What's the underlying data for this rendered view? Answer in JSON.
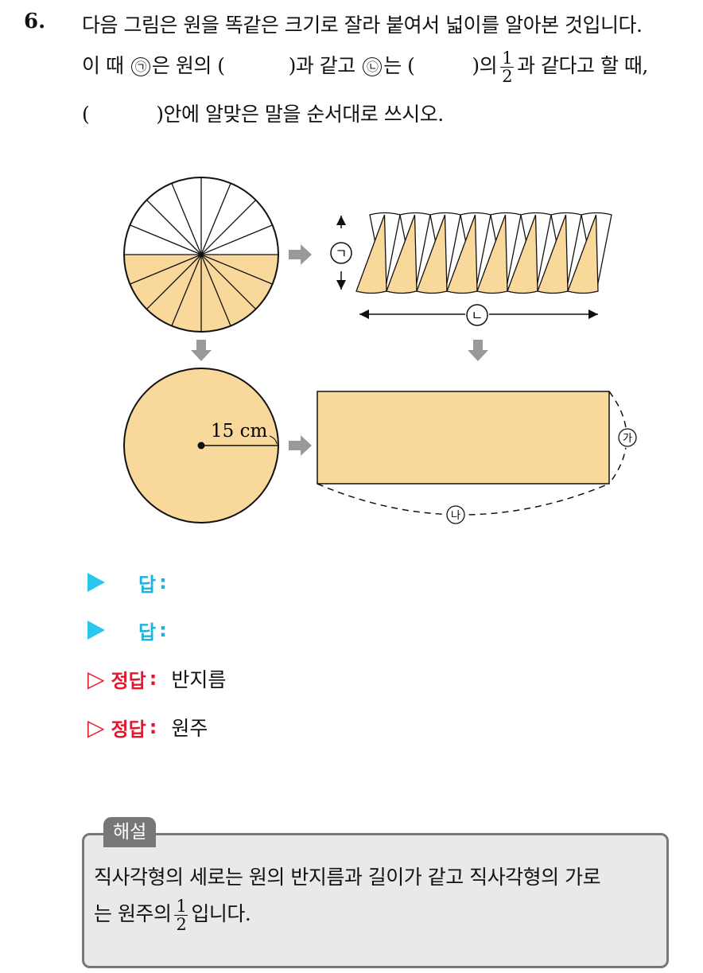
{
  "question": {
    "number": "6.",
    "line1": "다음 그림은 원을 똑같은 크기로 잘라 붙여서 넓이를 알아본 것입니다.",
    "line2_a": "이 때",
    "mark_a": "㉠",
    "line2_b": "은 원의 (",
    "line2_c": ")과 같고",
    "mark_b": "㉡",
    "line2_d": "는 (",
    "line2_e": ")의",
    "frac_num": "1",
    "frac_den": "2",
    "line2_f": "과 같다고 할 때,",
    "line3_a": "(",
    "line3_b": ")안에 알맞은 말을 순서대로 쓰시오."
  },
  "figure": {
    "label_a": "ㄱ",
    "label_b": "ㄴ",
    "radius_label": "15 cm",
    "label_ga": "가",
    "label_na": "나",
    "fill_color": "#f8d89b"
  },
  "answers": {
    "blank_label": "답",
    "colon": ":",
    "correct_label": "정답",
    "answer1": "반지름",
    "answer2": "원주"
  },
  "explanation": {
    "tag": "해설",
    "line1": "직사각형의 세로는 원의 반지름과 길이가 같고 직사각형의 가로",
    "line2_a": "는 원주의",
    "frac_num": "1",
    "frac_den": "2",
    "line2_b": "입니다."
  }
}
